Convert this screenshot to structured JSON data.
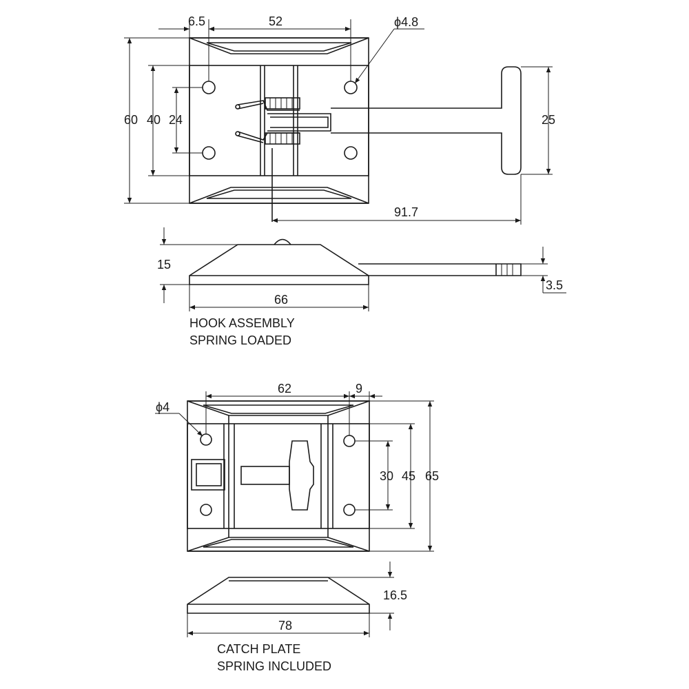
{
  "hook_assembly": {
    "caption_line1": "HOOK ASSEMBLY",
    "caption_line2": "SPRING LOADED",
    "dims": {
      "top_offset": "6.5",
      "hole_spacing_x": "52",
      "hole_diameter": "ϕ4.8",
      "base_height": "60",
      "inner_height": "40",
      "hole_spacing_y": "24",
      "handle_height": "25",
      "hook_length": "91.7",
      "assembly_height": "15",
      "base_width": "66",
      "arm_thickness": "3.5"
    }
  },
  "catch_plate": {
    "caption_line1": "CATCH PLATE",
    "caption_line2": "SPRING INCLUDED",
    "dims": {
      "hole_spacing_x": "62",
      "edge_offset": "9",
      "hole_diameter": "ϕ4",
      "hole_spacing_y": "30",
      "inner_height": "45",
      "plate_height": "65",
      "profile_height": "16.5",
      "plate_width": "78"
    }
  }
}
